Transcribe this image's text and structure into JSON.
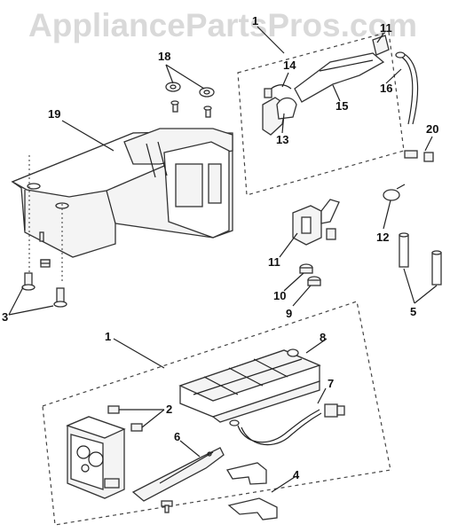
{
  "watermark": "AppliancePartsPros.com",
  "callouts": {
    "c1a": "1",
    "c1b": "1",
    "c2": "2",
    "c3": "3",
    "c4": "4",
    "c5": "5",
    "c6": "6",
    "c7": "7",
    "c8": "8",
    "c9": "9",
    "c10": "10",
    "c11a": "11",
    "c11b": "11",
    "c12": "12",
    "c13": "13",
    "c14": "14",
    "c15": "15",
    "c16": "16",
    "c18": "18",
    "c19": "19",
    "c20": "20"
  }
}
